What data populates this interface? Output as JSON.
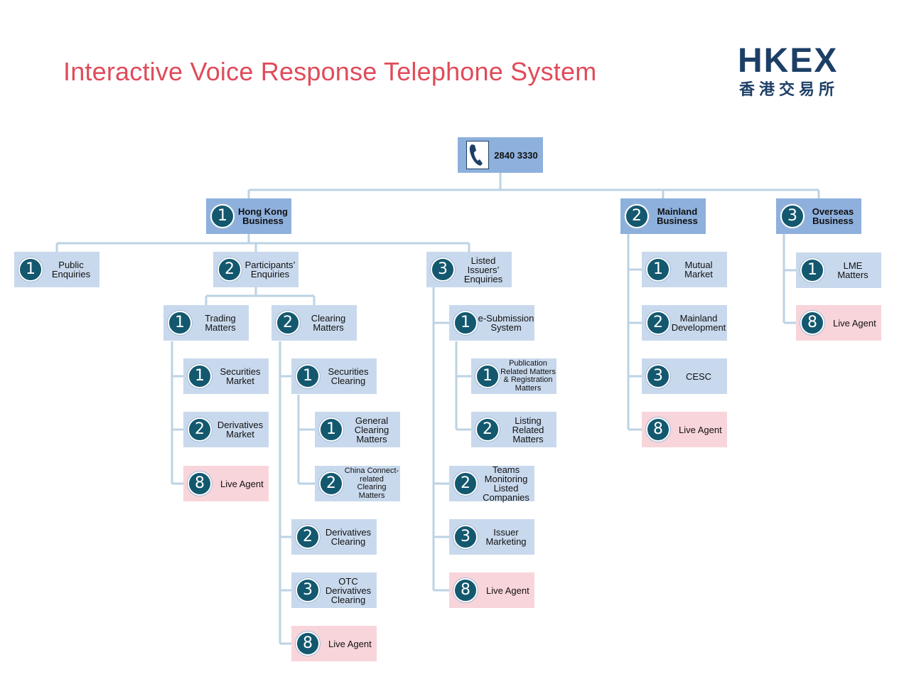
{
  "title": "Interactive Voice Response Telephone System",
  "logo": {
    "latin": "HKEX",
    "chinese": "香港交易所"
  },
  "colors": {
    "accent_title": "#e04b5a",
    "brand": "#1d3f66",
    "level1_box": "#8eb0dd",
    "box": "#c9d9ed",
    "live_agent_box": "#f8d5da",
    "badge": "#13586e",
    "connector": "#bcd3e4"
  },
  "root": {
    "icon": "phone-icon",
    "label": "2840 3330"
  },
  "tree": {
    "hong_kong": {
      "num": "1",
      "label": "Hong Kong\nBusiness",
      "public": {
        "num": "1",
        "label": "Public\nEnquiries"
      },
      "participants": {
        "num": "2",
        "label": "Participants’\nEnquiries",
        "trading": {
          "num": "1",
          "label": "Trading\nMatters",
          "securities_market": {
            "num": "1",
            "label": "Securities\nMarket"
          },
          "derivatives_market": {
            "num": "2",
            "label": "Derivatives\nMarket"
          },
          "live_agent": {
            "num": "8",
            "label": "Live Agent"
          }
        },
        "clearing": {
          "num": "2",
          "label": "Clearing\nMatters",
          "securities_clearing": {
            "num": "1",
            "label": "Securities\nClearing",
            "general": {
              "num": "1",
              "label": "General\nClearing\nMatters"
            },
            "china_connect": {
              "num": "2",
              "label": "China Connect-\nrelated\nClearing\nMatters"
            }
          },
          "derivatives_clearing": {
            "num": "2",
            "label": "Derivatives\nClearing"
          },
          "otc": {
            "num": "3",
            "label": "OTC\nDerivatives\nClearing"
          },
          "live_agent": {
            "num": "8",
            "label": "Live Agent"
          }
        }
      },
      "listed_issuers": {
        "num": "3",
        "label": "Listed\nIssuers’\nEnquiries",
        "esubmission": {
          "num": "1",
          "label": "e-Submission\nSystem",
          "publication": {
            "num": "1",
            "label": "Publication\nRelated Matters\n& Registration\nMatters"
          },
          "listing": {
            "num": "2",
            "label": "Listing\nRelated\nMatters"
          }
        },
        "teams": {
          "num": "2",
          "label": "Teams\nMonitoring\nListed\nCompanies"
        },
        "issuer_marketing": {
          "num": "3",
          "label": "Issuer\nMarketing"
        },
        "live_agent": {
          "num": "8",
          "label": "Live Agent"
        }
      }
    },
    "mainland": {
      "num": "2",
      "label": "Mainland\nBusiness",
      "mutual": {
        "num": "1",
        "label": "Mutual\nMarket"
      },
      "development": {
        "num": "2",
        "label": "Mainland\nDevelopment"
      },
      "cesc": {
        "num": "3",
        "label": "CESC"
      },
      "live_agent": {
        "num": "8",
        "label": "Live Agent"
      }
    },
    "overseas": {
      "num": "3",
      "label": "Overseas\nBusiness",
      "lme": {
        "num": "1",
        "label": "LME\nMatters"
      },
      "live_agent": {
        "num": "8",
        "label": "Live Agent"
      }
    }
  }
}
